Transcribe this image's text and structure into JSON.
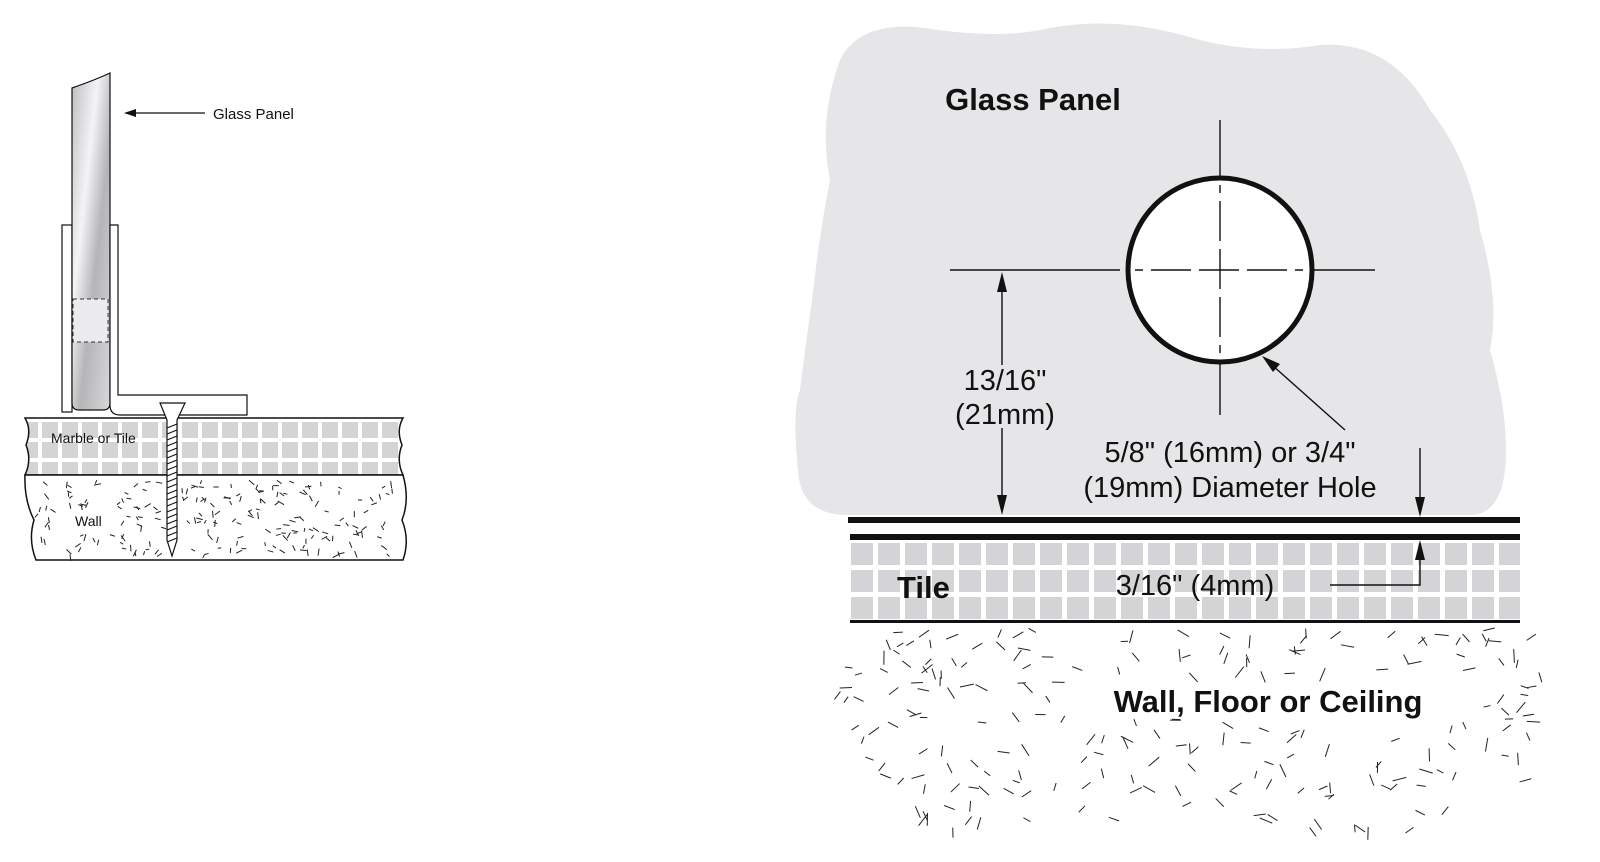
{
  "left_diagram": {
    "glass_label": "Glass Panel",
    "tile_label": "Marble or Tile",
    "wall_label": "Wall"
  },
  "right_diagram": {
    "glass_label": "Glass Panel",
    "height_dim_line1": "13/16\"",
    "height_dim_line2": "(21mm)",
    "hole_line1": "5/8\" (16mm) or 3/4\"",
    "hole_line2": "(19mm) Diameter Hole",
    "tile_label": "Tile",
    "tile_dim": "3/16\" (4mm)",
    "wall_label": "Wall, Floor or Ceiling"
  },
  "colors": {
    "glass_fill": "#e6e6e8",
    "tile_fill": "#d4d4d6",
    "line": "#111111"
  }
}
